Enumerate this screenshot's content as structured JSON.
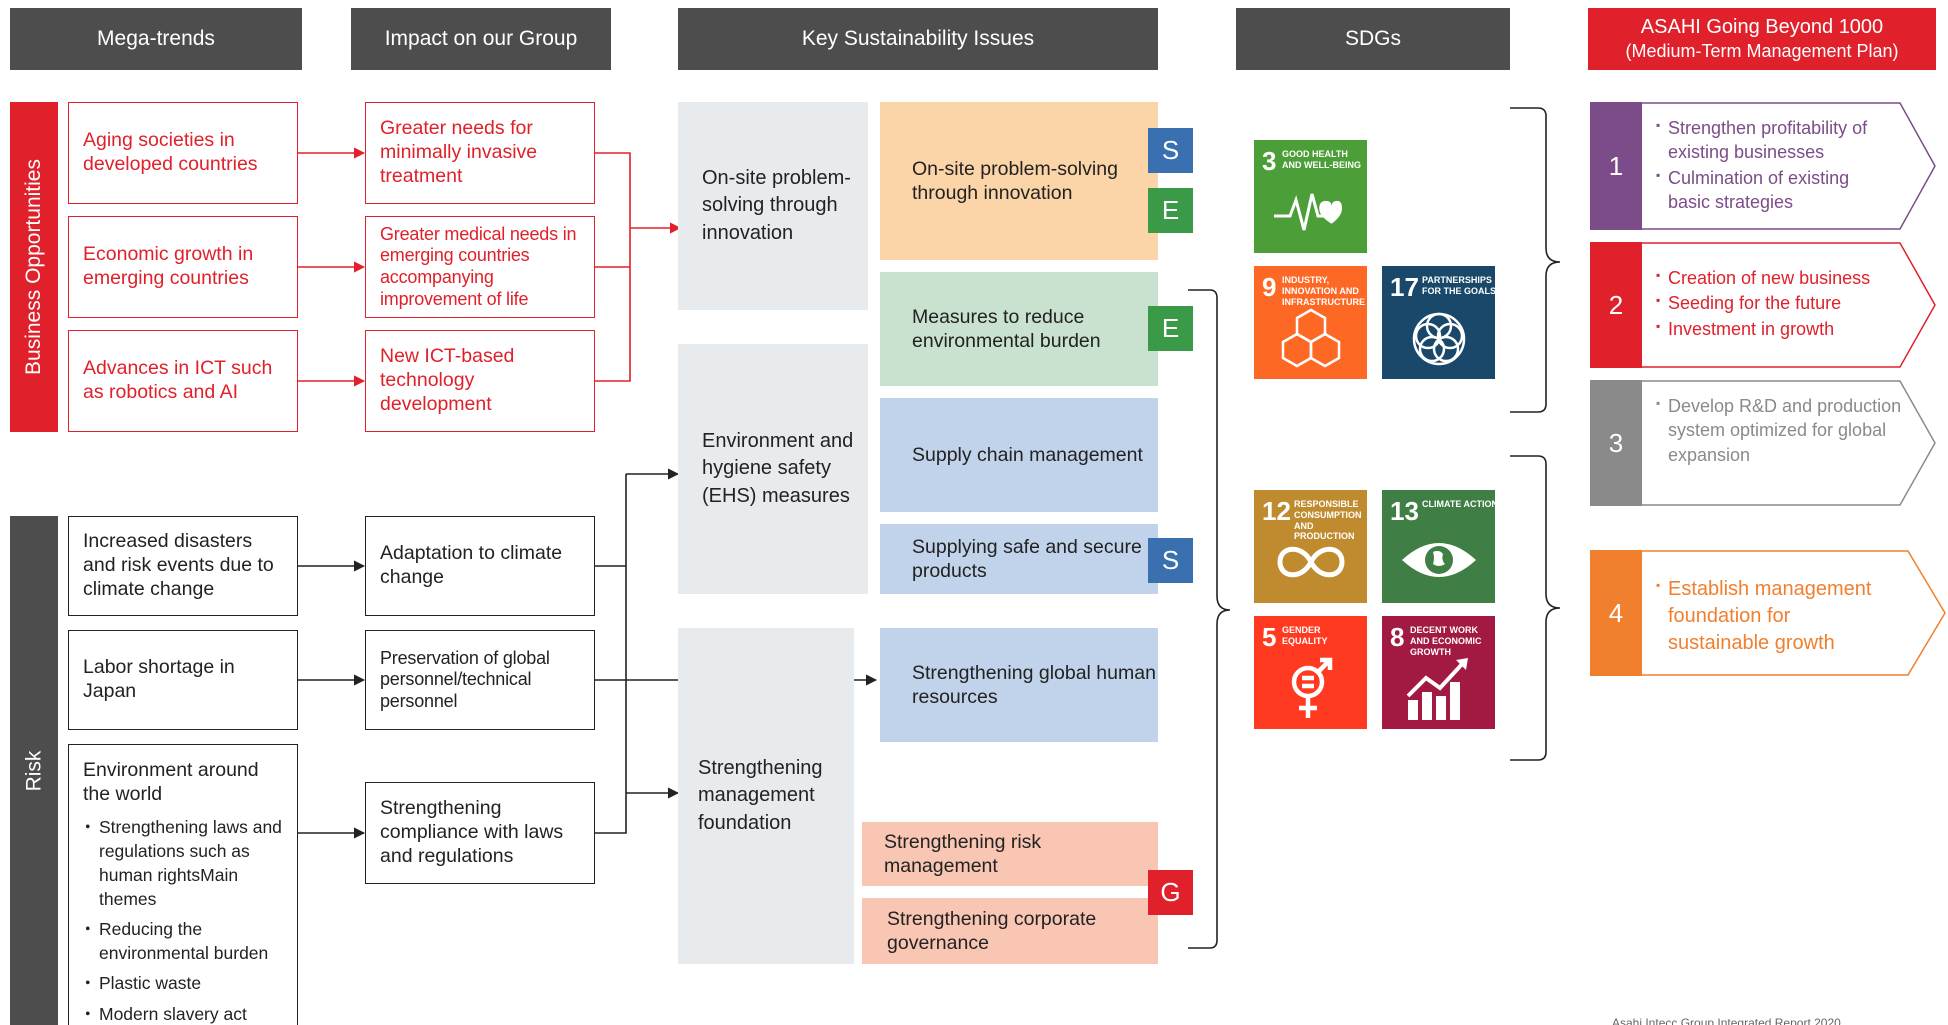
{
  "headers": {
    "mega_trends": "Mega-trends",
    "impact": "Impact on our Group",
    "issues": "Key Sustainability Issues",
    "sdgs": "SDGs",
    "plan_line1": "ASAHI Going Beyond 1000",
    "plan_line2": "(Medium-Term Management Plan)"
  },
  "side_labels": {
    "opportunities": "Business Opportunities",
    "risk": "Risk"
  },
  "opportunities": {
    "trends": [
      "Aging societies in developed countries",
      "Economic growth in emerging countries",
      "Advances in ICT such as robotics and AI"
    ],
    "impacts": [
      "Greater needs for minimally invasive treatment",
      "Greater medical needs in emerging countries accompanying improvement of life",
      "New ICT-based technology development"
    ]
  },
  "risks": {
    "trends": [
      "Increased disasters and risk events due to climate change",
      "Labor shortage in Japan"
    ],
    "environment": {
      "title": "Environment around the world",
      "items": [
        "Strengthening laws and regulations such as human rightsMain themes",
        "Reducing the environmental burden",
        "Plastic waste",
        "Modern slavery act"
      ]
    },
    "impacts": [
      "Adaptation to climate change",
      "Preservation of global personnel/technical personnel",
      "Strengthening compliance with laws and regulations"
    ]
  },
  "themes": [
    "On-site problem-solving through innovation",
    "Environment and hygiene safety (EHS) measures",
    "Strengthening management foundation"
  ],
  "issues": [
    "On-site problem-solving through innovation",
    "Measures to reduce environmental burden",
    "Supply chain management",
    "Supplying safe and secure products",
    "Strengthening global human resources",
    "Strengthening risk management",
    "Strengthening corporate governance"
  ],
  "tags": [
    "S",
    "E",
    "E",
    "S",
    "G"
  ],
  "sdgs": [
    {
      "num": "3",
      "label": "GOOD HEALTH AND WELL-BEING",
      "color": "#4c9f38",
      "icon": "heartbeat-icon"
    },
    {
      "num": "9",
      "label": "INDUSTRY, INNOVATION AND INFRASTRUCTURE",
      "color": "#fd6925",
      "icon": "cubes-icon"
    },
    {
      "num": "17",
      "label": "PARTNERSHIPS FOR THE GOALS",
      "color": "#19486a",
      "icon": "flower-rings-icon"
    },
    {
      "num": "12",
      "label": "RESPONSIBLE CONSUMPTION AND PRODUCTION",
      "color": "#bf8b2e",
      "icon": "infinity-icon"
    },
    {
      "num": "13",
      "label": "CLIMATE ACTION",
      "color": "#3f7e44",
      "icon": "eye-globe-icon"
    },
    {
      "num": "5",
      "label": "GENDER EQUALITY",
      "color": "#ff3a21",
      "icon": "gender-icon"
    },
    {
      "num": "8",
      "label": "DECENT WORK AND ECONOMIC GROWTH",
      "color": "#a21942",
      "icon": "growth-chart-icon"
    }
  ],
  "plans": [
    {
      "num": "1",
      "color": "#7b4c89",
      "items": [
        "Strengthen profitability of existing businesses",
        "Culmination of existing basic strategies"
      ]
    },
    {
      "num": "2",
      "color": "#e0202a",
      "items": [
        "Creation of new business",
        "Seeding for the future",
        "Investment in growth"
      ]
    },
    {
      "num": "3",
      "color": "#8a8a8a",
      "items": [
        "Develop R&D and production system optimized for global expansion"
      ]
    },
    {
      "num": "4",
      "color": "#f07f2e",
      "items": [
        "Establish management foundation for sustainable growth"
      ]
    }
  ],
  "footer": "Asahi Intecc Group Integrated Report 2020"
}
